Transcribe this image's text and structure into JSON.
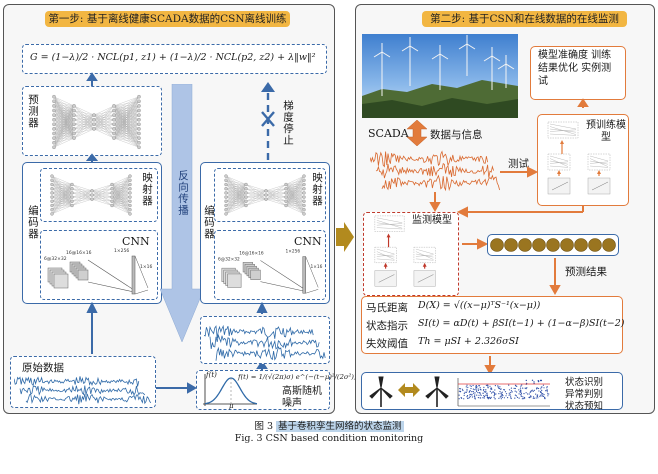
{
  "step1": {
    "title": "第一步: 基于离线健康SCADA数据的CSN离线训练",
    "formula": "G = (1−λ)/2 · NCL(p1, z1) + (1−λ)/2 · NCL(p2, z2) + λ‖w‖²",
    "predictor": "预测器",
    "encoder": "编码器",
    "mapper": "映射器",
    "cnn": "CNN",
    "backprop": "反向传播",
    "grad_stop": "梯度停止",
    "raw_data": "原始数据",
    "gaussian_noise": "高斯随机噪声",
    "noise_pdf": "f(t) = 1/(√(2π)σ) e^(−(t−μ)²/(2σ²))",
    "pdf_axis_y": "f(t)",
    "pdf_axis_x": "μ",
    "cnn_dims": [
      "16@16×16",
      "6@32×32",
      "1×256",
      "1×16"
    ]
  },
  "step2": {
    "title": "第二步: 基于CSN和在线数据的在线监测",
    "validation": "模型准确度 训练结果优化 实例测试",
    "scada": "SCADA",
    "data_info": "数据与信息",
    "test": "测试",
    "pretrained": "预训练模型",
    "monitor_model": "监测模型",
    "prediction": "预测结果",
    "mahalanobis_label": "马氏距离",
    "mahalanobis_formula": "D(X) = √((x−μ)ᵀS⁻¹(x−μ))",
    "state_label": "状态指示",
    "state_formula": "SI(t) = αD(t) + βSI(t−1) + (1−α−β)SI(t−2)",
    "threshold_label": "失效阈值",
    "threshold_formula": "Th = μSI + 2.326σSI",
    "outputs": [
      "状态识别",
      "异常判别",
      "状态预知"
    ]
  },
  "caption": {
    "cn_fig": "图 3",
    "cn_text": "基于卷积孪生网络的状态监测",
    "en": "Fig. 3   CSN based condition monitoring"
  },
  "colors": {
    "accent": "#3b6aa8",
    "orange": "#e27b3c",
    "title_bg": "#f2b642",
    "backprop": "#aec4e6",
    "bead": "#9a7520",
    "arrow_mid": "#b28a1e"
  }
}
